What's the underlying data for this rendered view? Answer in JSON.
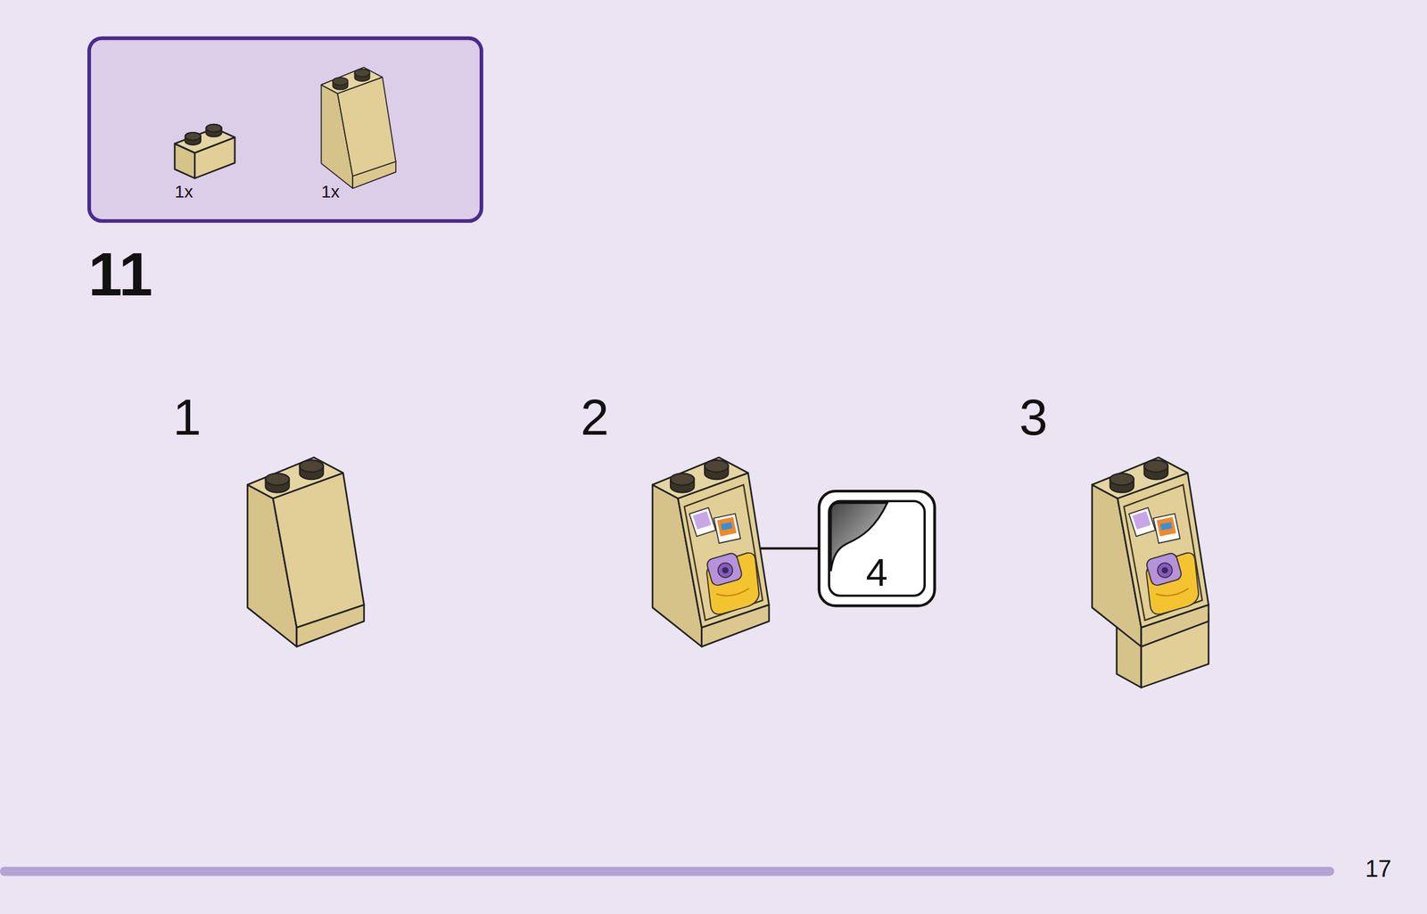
{
  "diagram": {
    "nodes": [
      {
        "text": [
          "1x",
          "1x"
        ]
      },
      {
        "text": [
          "4"
        ]
      }
    ],
    "labels": [
      "11",
      "1",
      "2",
      "3",
      "17"
    ]
  }
}
